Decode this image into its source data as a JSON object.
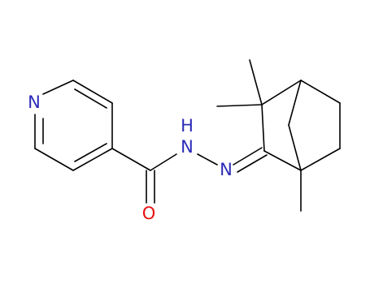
{
  "atoms": {
    "n_pyridine": {
      "symbol": "N",
      "color": "#2b2bb8"
    },
    "n_hydrazide": {
      "symbol": "N",
      "color": "#2b2bb8"
    },
    "h_hydrazide": {
      "symbol": "H",
      "color": "#2b2bb8"
    },
    "n_imine": {
      "symbol": "N",
      "color": "#2b2bb8"
    },
    "o_carbonyl": {
      "symbol": "O",
      "color": "#e81010"
    }
  },
  "bond_color": "#000000"
}
